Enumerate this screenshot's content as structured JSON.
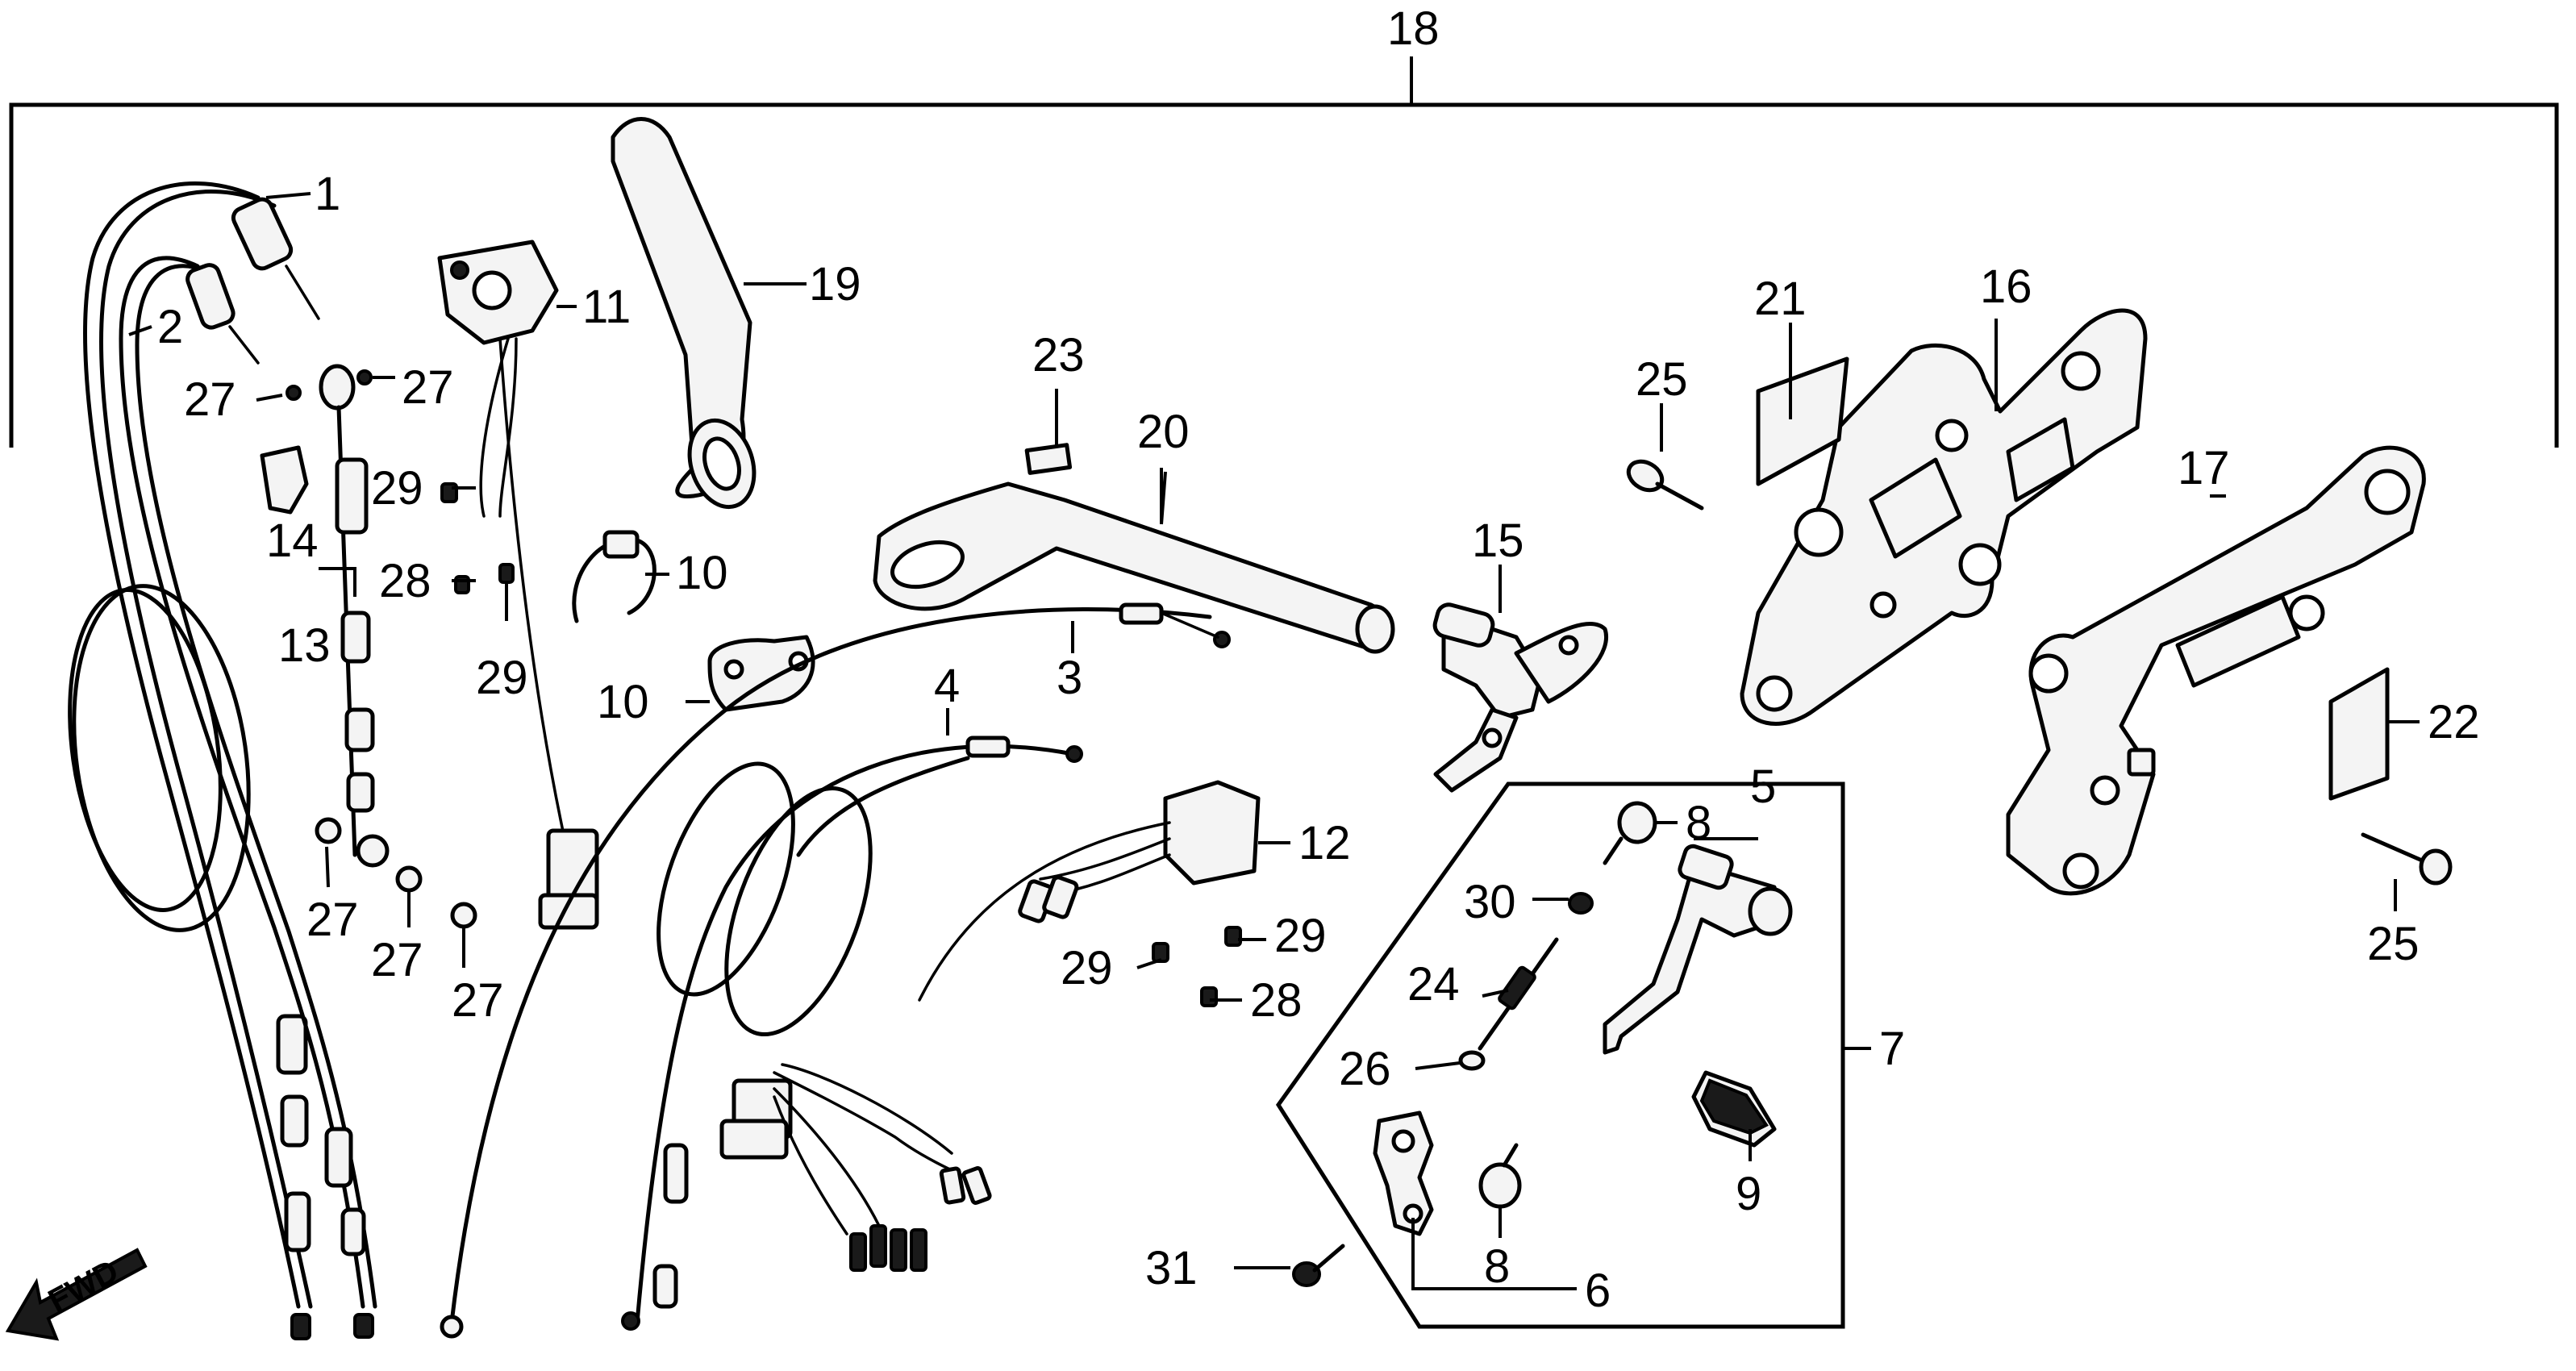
{
  "callouts": {
    "c1": "1",
    "c2": "2",
    "c3": "3",
    "c4": "4",
    "c5": "5",
    "c6": "6",
    "c7": "7",
    "c8a": "8",
    "c8b": "8",
    "c9": "9",
    "c10a": "10",
    "c10b": "10",
    "c11": "11",
    "c12": "12",
    "c13": "13",
    "c14": "14",
    "c15": "15",
    "c16": "16",
    "c17": "17",
    "c18": "18",
    "c19": "19",
    "c20": "20",
    "c21": "21",
    "c22": "22",
    "c23": "23",
    "c24": "24",
    "c25a": "25",
    "c25b": "25",
    "c26": "26",
    "c27a": "27",
    "c27b": "27",
    "c27c": "27",
    "c27d": "27",
    "c27e": "27",
    "c28a": "28",
    "c28b": "28",
    "c29a": "29",
    "c29b": "29",
    "c29c": "29",
    "c29d": "29",
    "c30": "30",
    "c31": "31"
  },
  "fwd_label": "FWD"
}
